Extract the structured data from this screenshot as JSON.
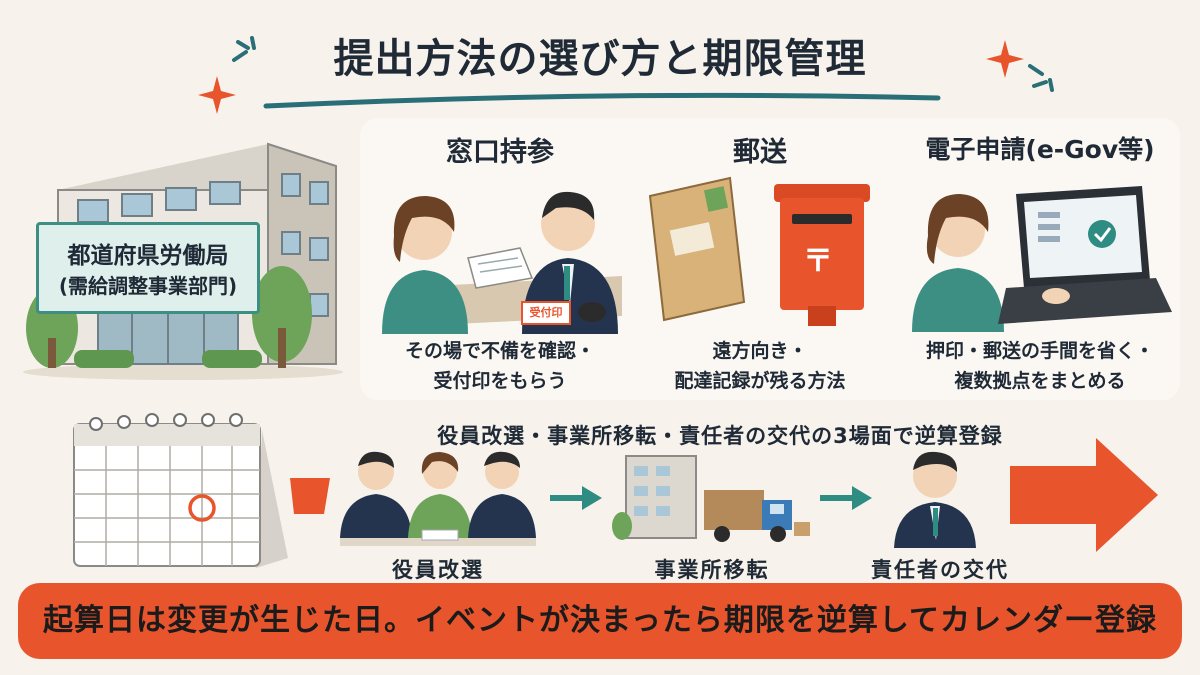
{
  "title": "提出方法の選び方と期限管理",
  "agency": {
    "line1": "都道府県労働局",
    "line2": "(需給調整事業部門)"
  },
  "methods": [
    {
      "title": "窓口持参",
      "caption_line1": "その場で不備を確認・",
      "caption_line2": "受付印をもらう",
      "stamp_text": "受付印"
    },
    {
      "title": "郵送",
      "caption_line1": "遠方向き・",
      "caption_line2": "配達記録が残る方法",
      "postbox_mark": "〒"
    },
    {
      "title": "電子申請(e-Gov等)",
      "caption_line1": "押印・郵送の手間を省く・",
      "caption_line2": "複数拠点をまとめる"
    }
  ],
  "timeline": {
    "label": "役員改選・事業所移転・責任者の交代の3場面で逆算登録",
    "scenes": [
      {
        "label": "役員改選"
      },
      {
        "label": "事業所移転"
      },
      {
        "label": "責任者の交代"
      }
    ]
  },
  "bottom_note": "起算日は変更が生じた日。イベントが決まったら期限を逆算してカレンダー登録",
  "colors": {
    "accent": "#e8552c",
    "teal": "#2f8c82",
    "navy": "#24344f",
    "background": "#f7f3ec"
  },
  "icons": [
    "sparkle-icon",
    "building-icon",
    "calendar-icon",
    "arrow-right-icon",
    "laptop-icon",
    "postbox-icon",
    "envelope-icon",
    "truck-icon"
  ]
}
